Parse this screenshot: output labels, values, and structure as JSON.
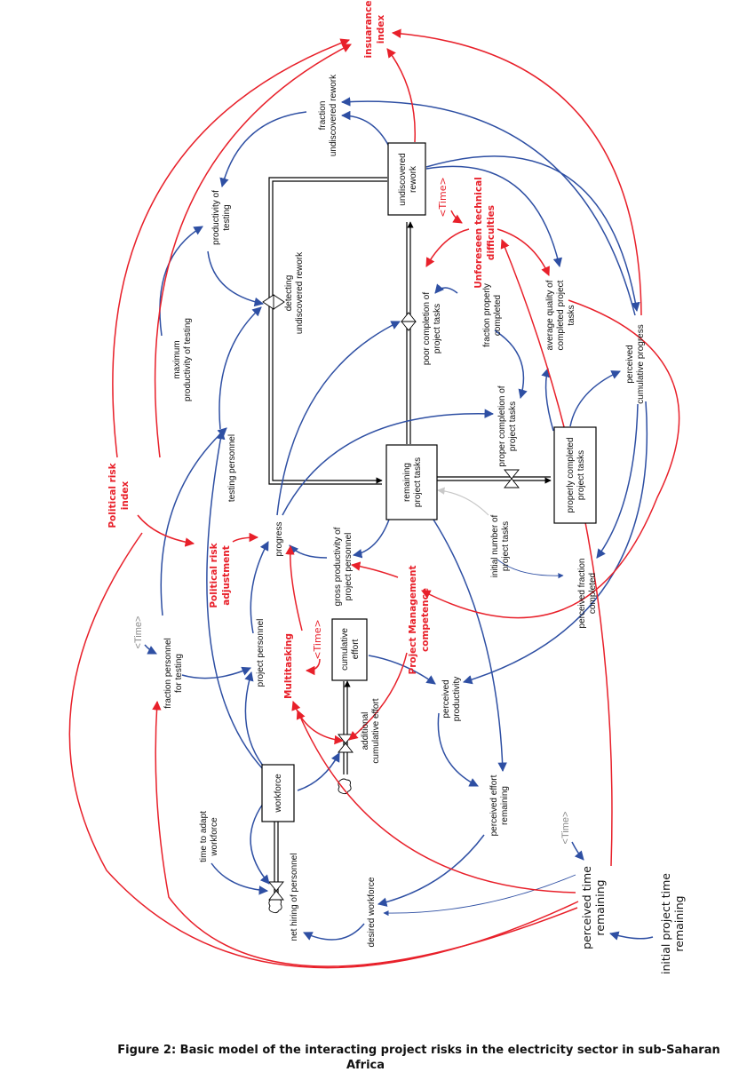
{
  "figure": {
    "caption_line1": "Figure 2: Basic model of the interacting project risks in the electricity sector in sub-Saharan",
    "caption_line2": "Africa"
  },
  "colors": {
    "risk_link": "#e8202a",
    "causal_link": "#2e4fa3",
    "stock_outline": "#000000",
    "shadow_variable": "#8a8a8a"
  },
  "stocks": {
    "undiscovered_rework": [
      "undiscovered",
      "rework"
    ],
    "remaining_project_tasks": [
      "remaining",
      "project tasks"
    ],
    "properly_completed_project_tasks": [
      "properly completed",
      "project tasks"
    ],
    "cumulative_effort": [
      "cumulative",
      "effort"
    ],
    "workforce": [
      "workforce"
    ]
  },
  "flows": {
    "detecting_undiscovered_rework": [
      "detecting",
      "undiscovered rework"
    ],
    "poor_completion": [
      "poor completion of",
      "project tasks"
    ],
    "proper_completion": [
      "proper completion of",
      "project tasks"
    ],
    "additional_cumulative_effort": [
      "additional",
      "cumulative effort"
    ],
    "net_hiring": [
      "net hiring of personnel"
    ]
  },
  "variables": {
    "fraction_undiscovered_rework": [
      "fraction",
      "undiscovered rework"
    ],
    "productivity_of_testing": [
      "productivity of",
      "testing"
    ],
    "maximum_productivity_of_testing": [
      "maximum",
      "productivity of testing"
    ],
    "testing_personnel": [
      "testing personnel"
    ],
    "progress": [
      "progress"
    ],
    "gross_productivity": [
      "gross productivity of",
      "project personnel"
    ],
    "project_personnel": [
      "project personnel"
    ],
    "fraction_personnel_for_testing": [
      "fraction personnel",
      "for testing"
    ],
    "fraction_properly_completed": [
      "fraction properly",
      "completed"
    ],
    "average_quality": [
      "average quality of",
      "completed project",
      "tasks"
    ],
    "perceived_cumulative_progress": [
      "perceived",
      "cumulative progress"
    ],
    "initial_number_of_project_tasks": [
      "initial number of",
      "project tasks"
    ],
    "perceived_fraction_completed": [
      "perceived fraction",
      "completed"
    ],
    "perceived_productivity": [
      "perceived",
      "productivity"
    ],
    "perceived_effort_remaining": [
      "perceived effort",
      "remaining"
    ],
    "desired_workforce": [
      "desired workforce"
    ],
    "time_to_adapt_workforce": [
      "time to adapt",
      "workforce"
    ],
    "perceived_time_remaining": [
      "perceived time",
      "remaining"
    ],
    "initial_project_time_remaining": [
      "initial project time",
      "remaining"
    ]
  },
  "risks": {
    "insuarance_index": [
      "insuarance",
      "index"
    ],
    "unforeseen_technical_difficulties": [
      "Unforeseen technical",
      "difficulties"
    ],
    "political_risk_index": [
      "Political risk",
      "index"
    ],
    "political_risk_adjustment": [
      "Political risk",
      "adjustment"
    ],
    "multitasking": [
      "Multitasking"
    ],
    "project_management_competence": [
      "Project Management",
      "competence"
    ]
  },
  "shadows": {
    "time_red_1": "<Time>",
    "time_red_2": "<Time>",
    "time_grey_1": "<Time>",
    "time_grey_2": "<Time>"
  }
}
